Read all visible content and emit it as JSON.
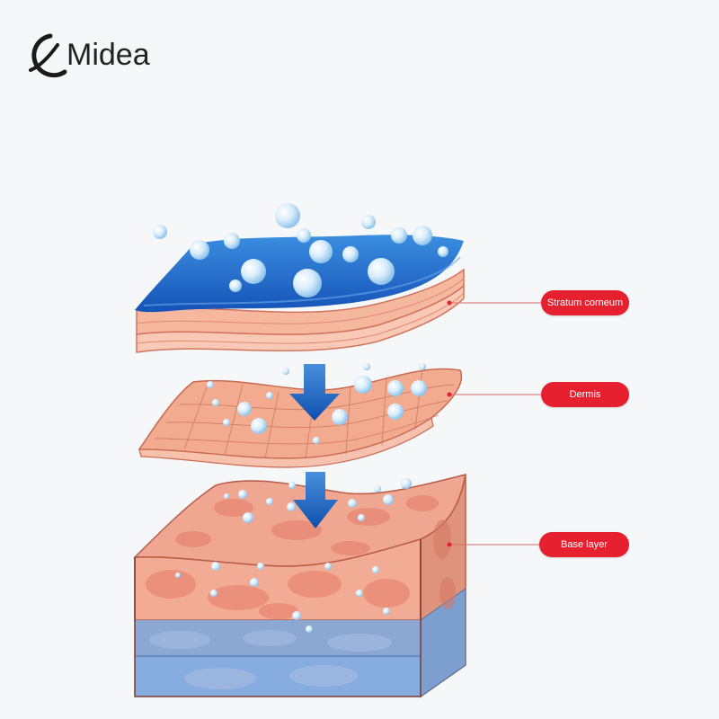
{
  "brand": {
    "name": "Midea",
    "color": "#1a1a1a"
  },
  "labels": {
    "stratum_corneum": "Stratum corneum",
    "dermis": "Dermis",
    "base_layer": "Base layer"
  },
  "colors": {
    "label_bg": "#e6202e",
    "water_blue": "#1f6fd0",
    "skin_pink": "#f2a48a",
    "arrow_blue": "#1560c0"
  }
}
